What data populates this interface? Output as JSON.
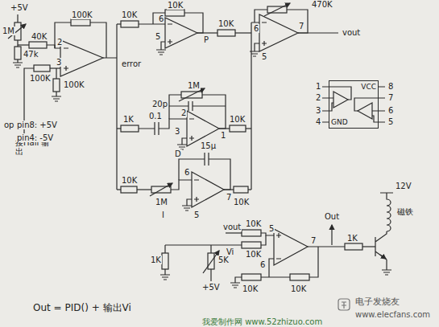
{
  "diagram": {
    "nodes": [
      {
        "text": [
          "VCC",
          "GND"
        ]
      }
    ],
    "labels": [
      "+5V",
      "1M",
      "47k",
      "40K",
      "100K",
      "2",
      "3",
      "100K",
      "100K",
      "接Hall 输出",
      "error",
      "10K",
      "10K",
      "6",
      "5",
      "P",
      "10K",
      "470K",
      "6",
      "5",
      "7",
      "vout",
      "op",
      "pin8: +5V",
      "pin4: -5V",
      "1M",
      "20p",
      "1K",
      "0.1",
      "2",
      "3",
      "1",
      "10K",
      "D",
      "10K",
      "1M",
      "15μ",
      "6",
      "5",
      "7",
      "10K",
      "I",
      "1",
      "2",
      "3",
      "4",
      "8",
      "7",
      "6",
      "5",
      "12V",
      "磁铁",
      "Out",
      "vout",
      "10K",
      "Vi",
      "10K",
      "5",
      "6",
      "7",
      "1K",
      "1K",
      "5K",
      "+5V",
      "10K",
      "10K",
      "Out = PID() + 输出Vi",
      "电子发烧友",
      "www.elecfans.com",
      "我爱制作网 www.52zhizuo.com"
    ]
  }
}
